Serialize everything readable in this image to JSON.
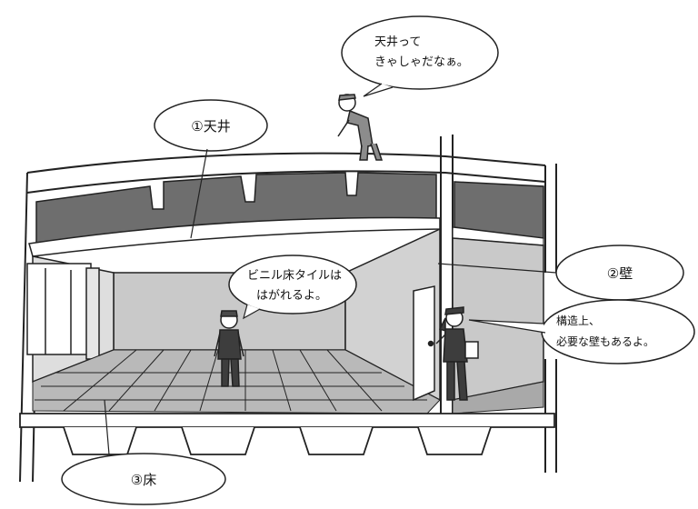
{
  "labels": {
    "ceiling": "①天井",
    "wall": "②壁",
    "floor": "③床"
  },
  "speech": {
    "worker_top_line1": "天井って",
    "worker_top_line2": "きゃしゃだなぁ。",
    "worker_center_line1": "ビニル床タイルは",
    "worker_center_line2": "はがれるよ。",
    "worker_right_line1": "構造上、",
    "worker_right_line2": "必要な壁もあるよ。"
  },
  "colors": {
    "line": "#222222",
    "ceiling_joist": "#6e6e6e",
    "wall_shade": "#c9c9c9",
    "floor_shade": "#b9b9b9",
    "dark_ceiling_strip": "#8a8a8a"
  }
}
